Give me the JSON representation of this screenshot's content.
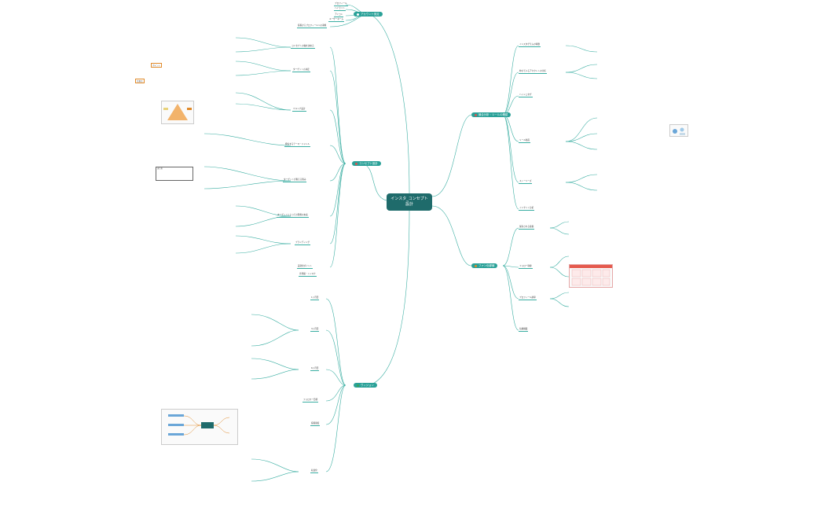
{
  "center": "インスタ_コンセプト\n設計",
  "hubs": {
    "account": "アカウント設定",
    "concept": "コンセプト設計",
    "market": "競合分析・ツールの確認",
    "first": "ファン化導線",
    "plan": "ヴィジョン"
  },
  "account_items": [
    "プロフィール",
    "ハイライト",
    "アイコン",
    "ユーザーネーム"
  ],
  "account_note": "投稿からプロフィールへの導線",
  "concept_items": [
    "コンセプトの軸を決める",
    "ターゲットの決定",
    "ペルソナ設計",
    "発信するテーマ・ジャンル",
    "ターゲットが抱える悩み",
    "ターゲットにとっての理想の未来",
    "ブランディング",
    "差別化ポイント",
    "世界観・トンマナ"
  ],
  "market_items": [
    "インスタグラムの特徴",
    "伸びているアカウントの分析",
    "ハッシュタグ",
    "リール動画",
    "ストーリーズ",
    "インサイト分析"
  ],
  "first_items": [
    "保存される投稿",
    "フォロー導線",
    "プロフィール誘導",
    "信頼構築"
  ],
  "plan_items": [
    "1ヶ月目",
    "3ヶ月目",
    "6ヶ月目",
    "フォロワー目標",
    "投稿頻度",
    "収益化"
  ],
  "left_notes": [
    "ポイント",
    "注意点",
    "まとめ"
  ],
  "colors": {
    "center": "#1f6b6b",
    "teal": "#2aa198",
    "red": "#d9534f",
    "orange": "#e08a2a",
    "green": "#3aa357",
    "line": "#3aaea2"
  }
}
